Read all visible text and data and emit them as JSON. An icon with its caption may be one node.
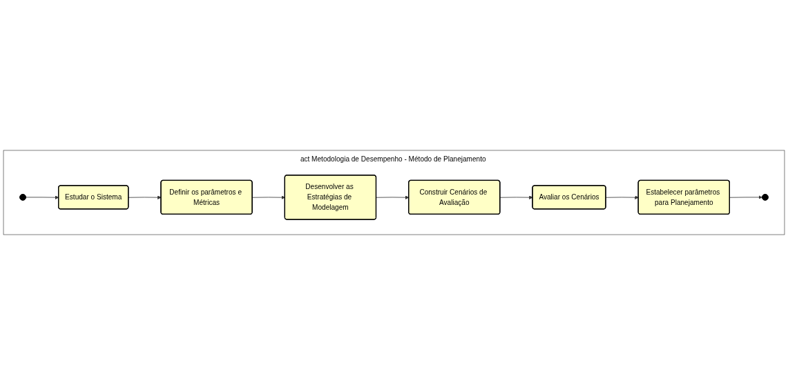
{
  "diagram": {
    "nodes": [
      {
        "text": [
          "act Metodologia de Desempenho - Método de Planejamento"
        ]
      },
      {
        "text": [],
        "shape": "circle",
        "in": 0
      },
      {
        "text": [
          "Estudar o Sistema"
        ],
        "in": 0
      },
      {
        "text": [
          "Definir os parâmetros e Métricas"
        ],
        "in": 0
      },
      {
        "text": [
          "Desenvolver as Estratégias de Modelagem"
        ],
        "in": 0
      },
      {
        "text": [
          "Construir Cenários de Avaliação"
        ],
        "in": 0
      },
      {
        "text": [
          "Avaliar os Cenários"
        ],
        "in": 0
      },
      {
        "text": [
          "Estabelecer parâmetros para Planejamento"
        ],
        "in": 0
      },
      {
        "text": [],
        "shape": "circle",
        "in": 0
      }
    ],
    "edges": [
      {
        "from": 1,
        "to": 2,
        "arrow": "to"
      },
      {
        "from": 2,
        "to": 3,
        "arrow": "to"
      },
      {
        "from": 3,
        "to": 4,
        "arrow": "to"
      },
      {
        "from": 4,
        "to": 5,
        "arrow": "to"
      },
      {
        "from": 5,
        "to": 6,
        "arrow": "to"
      },
      {
        "from": 6,
        "to": 7,
        "arrow": "to"
      },
      {
        "from": 7,
        "to": 8,
        "arrow": "to"
      }
    ]
  }
}
